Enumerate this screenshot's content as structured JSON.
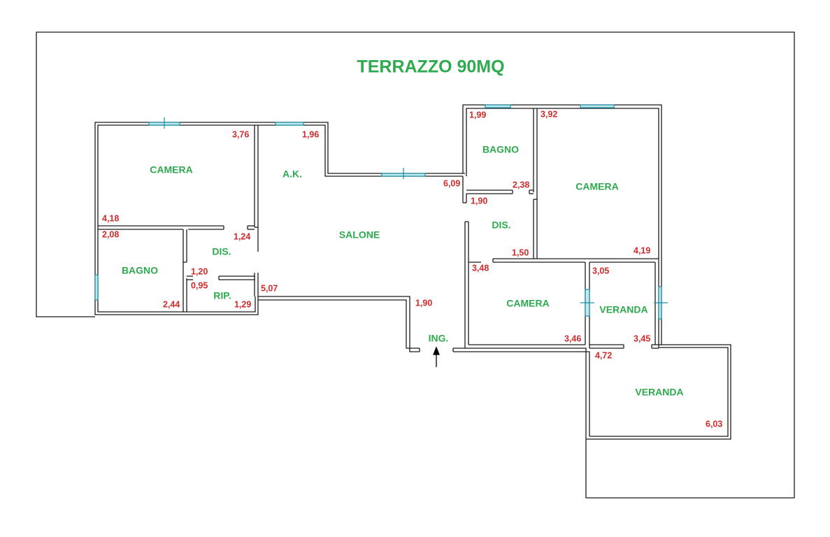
{
  "title": "TERRAZZO 90MQ",
  "rooms": {
    "camera_nw": "CAMERA",
    "ak": "A.K.",
    "salone": "SALONE",
    "bagno_w": "BAGNO",
    "dis_w": "DIS.",
    "rip": "RIP.",
    "ing": "ING.",
    "bagno_e": "BAGNO",
    "dis_e": "DIS.",
    "camera_ne": "CAMERA",
    "camera_se": "CAMERA",
    "veranda_small": "VERANDA",
    "veranda_large": "VERANDA"
  },
  "dims": {
    "d376": "3,76",
    "d196": "1,96",
    "d418": "4,18",
    "d208": "2,08",
    "d124": "1,24",
    "d120": "1,20",
    "d095": "0,95",
    "d244": "2,44",
    "d129": "1,29",
    "d507": "5,07",
    "d190a": "1,90",
    "d199": "1,99",
    "d392": "3,92",
    "d609": "6,09",
    "d238": "2,38",
    "d190b": "1,90",
    "d150": "1,50",
    "d419": "4,19",
    "d348": "3,48",
    "d305": "3,05",
    "d346": "3,46",
    "d345": "3,45",
    "d472": "4,72",
    "d603": "6,03"
  }
}
